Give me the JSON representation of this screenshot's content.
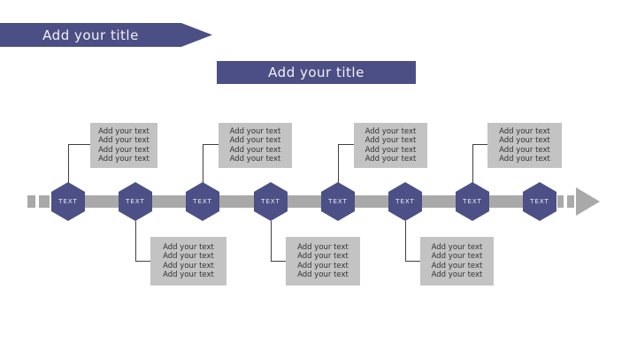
{
  "banner": {
    "title": "Add your title"
  },
  "header": {
    "title": "Add your title"
  },
  "timeline": {
    "nodes": [
      {
        "label": "TEXT"
      },
      {
        "label": "TEXT"
      },
      {
        "label": "TEXT"
      },
      {
        "label": "TEXT"
      },
      {
        "label": "TEXT"
      },
      {
        "label": "TEXT"
      },
      {
        "label": "TEXT"
      },
      {
        "label": "TEXT"
      }
    ],
    "top_boxes": [
      {
        "lines": [
          "Add your text",
          "Add your text",
          "Add your text",
          "Add your text"
        ]
      },
      {
        "lines": [
          "Add your text",
          "Add your text",
          "Add your text",
          "Add your text"
        ]
      },
      {
        "lines": [
          "Add your text",
          "Add your text",
          "Add your text",
          "Add your text"
        ]
      },
      {
        "lines": [
          "Add your text",
          "Add your text",
          "Add your text",
          "Add your text"
        ]
      }
    ],
    "bottom_boxes": [
      {
        "lines": [
          "Add your text",
          "Add your text",
          "Add your text",
          "Add your text"
        ]
      },
      {
        "lines": [
          "Add your text",
          "Add your text",
          "Add your text",
          "Add your text"
        ]
      },
      {
        "lines": [
          "Add your text",
          "Add your text",
          "Add your text",
          "Add your text"
        ]
      }
    ]
  },
  "colors": {
    "accent_purple": "#4c4f86",
    "timeline_gray": "#a9a9a9",
    "box_gray": "#c3c3c3",
    "connector": "#404040"
  }
}
